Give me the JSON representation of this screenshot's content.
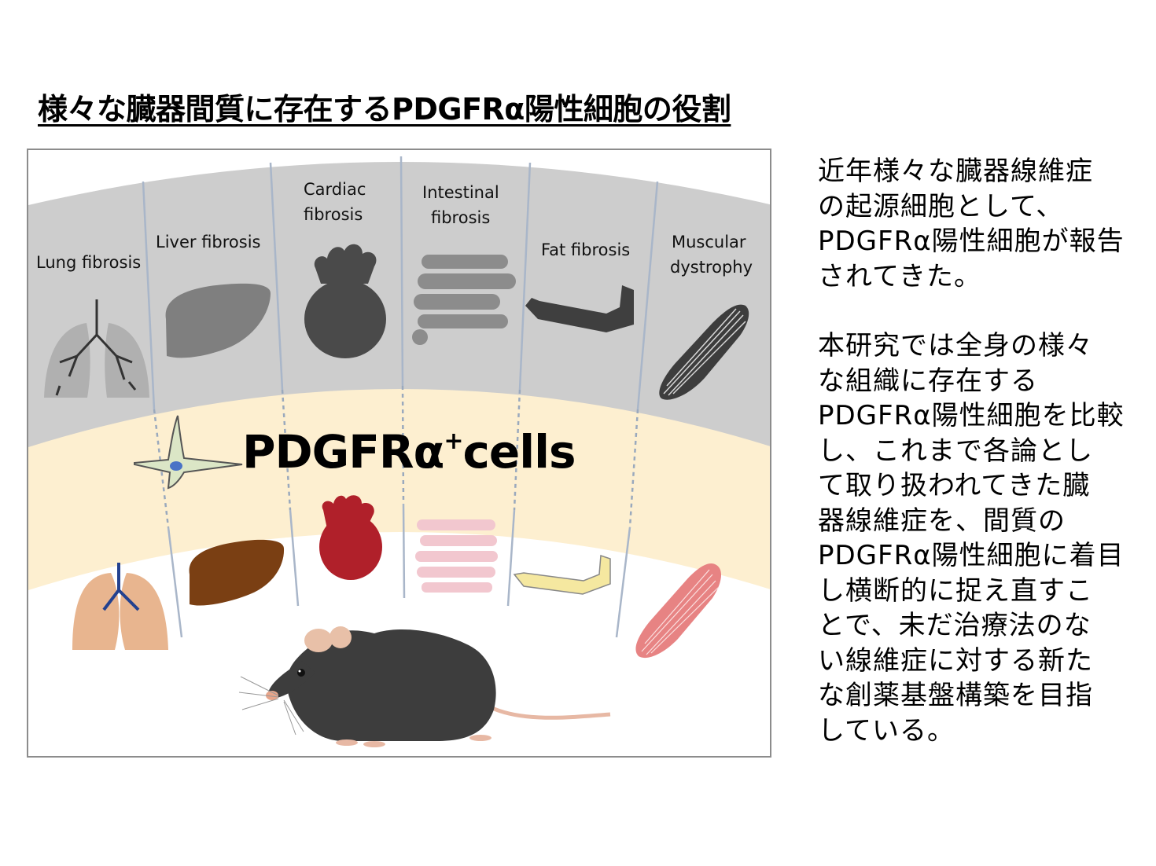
{
  "title": "様々な臓器間質に存在するPDGFRα陽性細胞の役割",
  "figure": {
    "labels": {
      "lung": "Lung fibrosis",
      "liver": "Liver fibrosis",
      "cardiac_1": "Cardiac",
      "cardiac_2": "fibrosis",
      "intestinal_1": "Intestinal",
      "intestinal_2": "fibrosis",
      "fat": "Fat fibrosis",
      "muscular_1": "Muscular",
      "muscular_2": "dystrophy"
    },
    "center_text": "PDGFRα",
    "center_sup": "+",
    "center_suffix": "cells",
    "colors": {
      "gray_band": "#cdcdcd",
      "cream_band": "#fdefd0",
      "fibrotic_organ": "#4a4a4a",
      "liver": "#7a3f13",
      "heart": "#b0202a",
      "intestine": "#f2c7cf",
      "fat": "#f5e8a0",
      "muscle": "#e78383",
      "mouse": "#3d3d3d"
    }
  },
  "description": {
    "para1": "近年様々な臓器線維症\nの起源細胞として、\nPDGFRα陽性細胞が報告\nされてきた。",
    "para2": "本研究では全身の様々\nな組織に存在する\nPDGFRα陽性細胞を比較\nし、これまで各論とし\nて取り扱われてきた臓\n器線維症を、間質の\nPDGFRα陽性細胞に着目\nし横断的に捉え直すこ\nとで、未だ治療法のな\nい線維症に対する新た\nな創薬基盤構築を目指\nしている。"
  }
}
